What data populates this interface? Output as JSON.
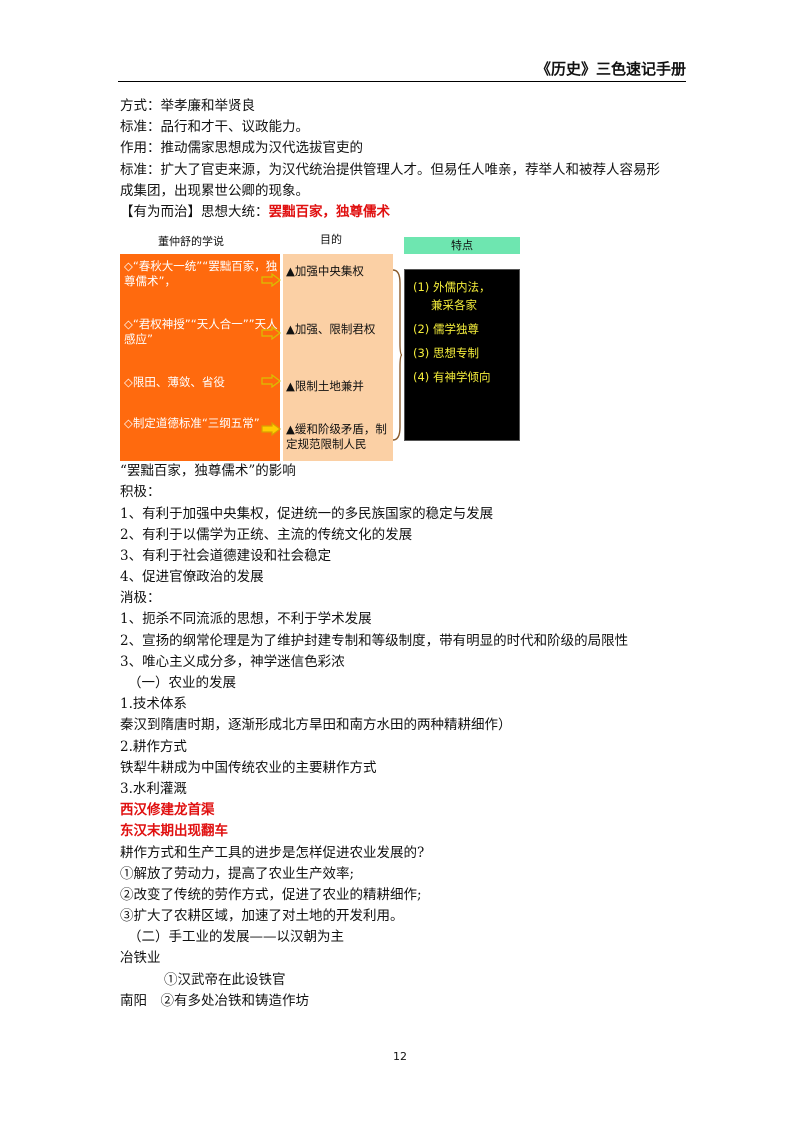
{
  "header": {
    "title": "《历史》三色速记手册"
  },
  "lines_top": [
    "方式：举孝廉和举贤良",
    "标准：品行和才干、议政能力。",
    "作用：推动儒家思想成为汉代选拔官吏的",
    "标准：扩大了官吏来源，为汉代统治提供管理人才。但易任人唯亲，荐举人和被荐人容易形",
    "成集团，出现累世公卿的现象。"
  ],
  "section_title": {
    "prefix": "【有为而治】思想大统：",
    "highlight": "罢黜百家，独尊儒术"
  },
  "diagram": {
    "head_left": "董仲舒的学说",
    "head_mid": "目的",
    "head_right": "特点",
    "left_items": [
      "◇“春秋大一统”“罢黜百家，独尊儒术”，",
      "◇“君权神授”“天人合一””天人感应”",
      "◇限田、薄敛、省役",
      "◇制定道德标准“三纲五常”"
    ],
    "mid_items": [
      "▲加强中央集权",
      "▲加强、限制君权",
      "▲限制土地兼并",
      "▲缓和阶级矛盾，制定规范限制人民"
    ],
    "right_items": [
      "(1) 外儒内法，",
      "兼采各家",
      "(2) 儒学独尊",
      "(3) 思想专制",
      "(4) 有神学倾向"
    ]
  },
  "lines_bottom": [
    "“罢黜百家，独尊儒术”的影响",
    "积极：",
    "1、有利于加强中央集权，促进统一的多民族国家的稳定与发展",
    "2、有利于以儒学为正统、主流的传统文化的发展",
    "3、有利于社会道德建设和社会稳定",
    "4、促进官僚政治的发展",
    "消极：",
    "1、扼杀不同流派的思想，不利于学术发展",
    "2、宣扬的纲常伦理是为了维护封建专制和等级制度，带有明显的时代和阶级的局限性",
    "3、唯心主义成分多，神学迷信色彩浓",
    "（一）农业的发展",
    "1.技术体系",
    "秦汉到隋唐时期，逐渐形成北方旱田和南方水田的两种精耕细作）",
    "2.耕作方式",
    "铁犁牛耕成为中国传统农业的主要耕作方式",
    "3.水利灌溉"
  ],
  "red_lines": [
    "西汉修建龙首渠",
    "东汉末期出现翻车"
  ],
  "lines_end": [
    "耕作方式和生产工具的进步是怎样促进农业发展的?",
    "①解放了劳动力，提高了农业生产效率;",
    "②改变了传统的劳作方式，促进了农业的精耕细作;",
    "③扩大了农耕区域，加速了对土地的开发利用。",
    "（二）手工业的发展——以汉朝为主",
    "冶铁业",
    "①汉武帝在此设铁官",
    "南阳　②有多处冶铁和铸造作坊"
  ],
  "footer": {
    "page_number": "12"
  }
}
